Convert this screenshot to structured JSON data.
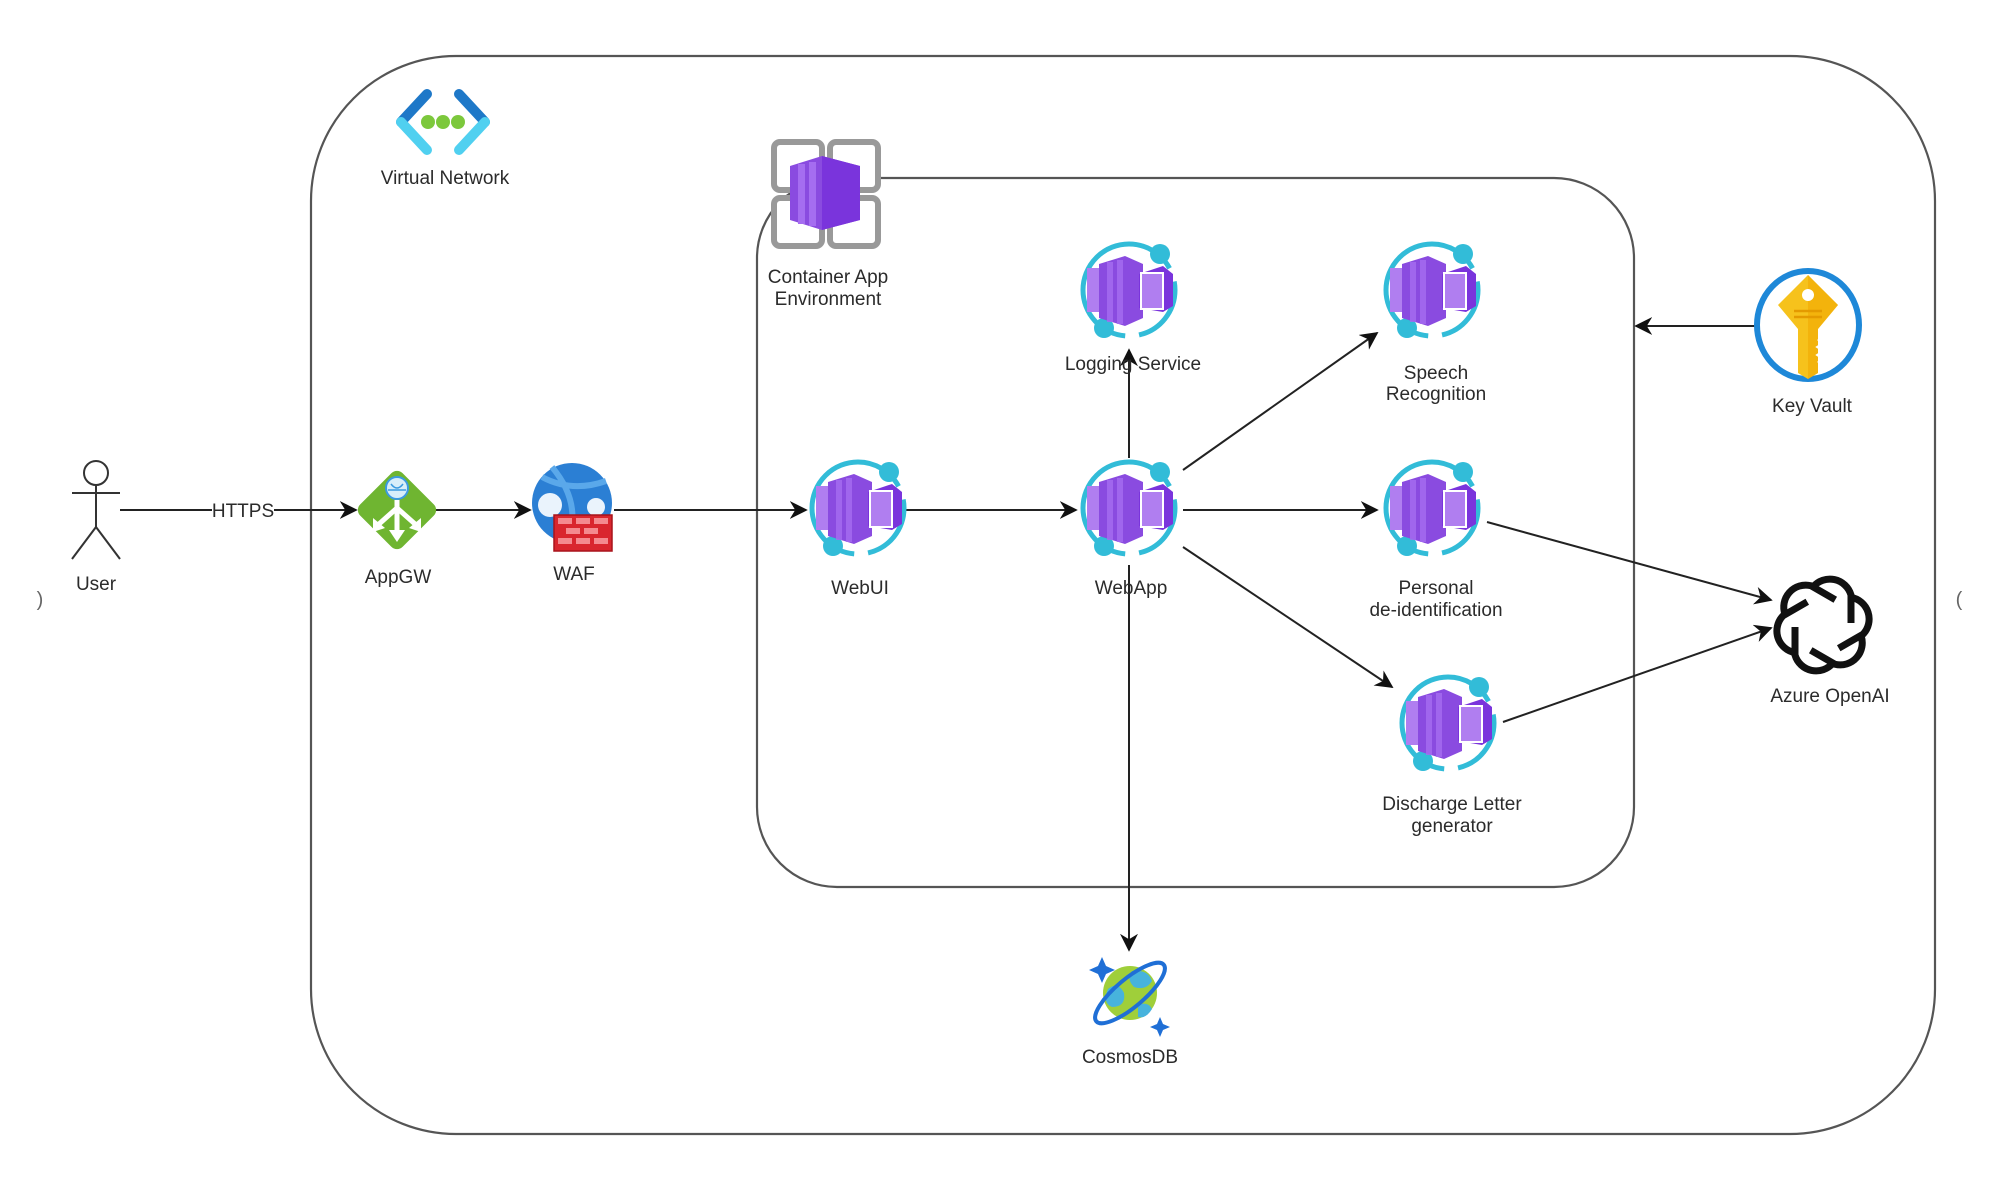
{
  "diagram": {
    "containers": {
      "virtual_network": {
        "label": "Virtual Network",
        "icon": "virtual-network-icon"
      },
      "container_app_environment": {
        "label_line1": "Container App",
        "label_line2": "Environment",
        "icon": "container-app-environment-icon"
      }
    },
    "nodes": {
      "user": {
        "label": "User",
        "icon": "stick-figure-icon"
      },
      "appgw": {
        "label": "AppGW",
        "icon": "application-gateway-icon"
      },
      "waf": {
        "label": "WAF",
        "icon": "web-application-firewall-icon"
      },
      "webui": {
        "label": "WebUI",
        "icon": "container-app-icon"
      },
      "webapp": {
        "label": "WebApp",
        "icon": "container-app-icon"
      },
      "logging": {
        "label": "Logging Service",
        "icon": "container-app-icon"
      },
      "speech": {
        "label_line1": "Speech",
        "label_line2": "Recognition",
        "icon": "container-app-icon"
      },
      "personal": {
        "label_line1": "Personal",
        "label_line2": "de-identification",
        "icon": "container-app-icon"
      },
      "discharge": {
        "label_line1": "Discharge Letter",
        "label_line2": "generator",
        "icon": "container-app-icon"
      },
      "keyvault": {
        "label": "Key Vault",
        "icon": "key-vault-icon"
      },
      "openai": {
        "label": "Azure OpenAI",
        "icon": "openai-logo-icon"
      },
      "cosmosdb": {
        "label": "CosmosDB",
        "icon": "cosmosdb-icon"
      }
    },
    "edges": [
      {
        "from": "User",
        "to": "AppGW",
        "label": "HTTPS"
      },
      {
        "from": "AppGW",
        "to": "WAF",
        "label": ""
      },
      {
        "from": "WAF",
        "to": "WebUI",
        "label": ""
      },
      {
        "from": "WebUI",
        "to": "WebApp",
        "label": ""
      },
      {
        "from": "WebApp",
        "to": "Logging Service",
        "label": ""
      },
      {
        "from": "WebApp",
        "to": "Speech Recognition",
        "label": ""
      },
      {
        "from": "WebApp",
        "to": "Personal de-identification",
        "label": ""
      },
      {
        "from": "WebApp",
        "to": "Discharge Letter generator",
        "label": ""
      },
      {
        "from": "WebApp",
        "to": "CosmosDB",
        "label": ""
      },
      {
        "from": "Personal de-identification",
        "to": "Azure OpenAI",
        "label": ""
      },
      {
        "from": "Discharge Letter generator",
        "to": "Azure OpenAI",
        "label": ""
      },
      {
        "from": "Key Vault",
        "to": "Container App Environment",
        "label": ""
      }
    ],
    "edge_https_label": "HTTPS",
    "colors": {
      "container_purple": "#8a4be0",
      "container_light": "#b07ef0",
      "ring_cyan": "#32bcd8",
      "vnet_blue": "#1e88d8",
      "vnet_green": "#7cc83c",
      "appgw_green": "#6fb531",
      "waf_blue": "#2b7fd4",
      "firewall_red": "#d9262e",
      "key_gold": "#f6c21c",
      "line": "#222222"
    }
  }
}
